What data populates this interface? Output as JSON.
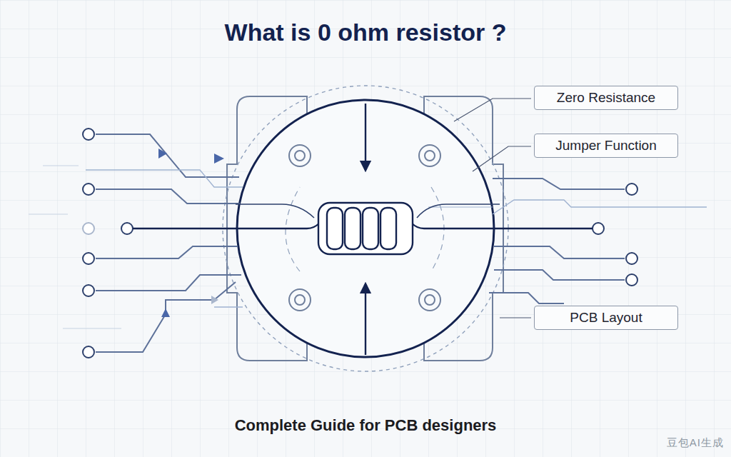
{
  "diagram": {
    "title": "What is 0 ohm resistor ?",
    "caption": "Complete Guide for PCB designers",
    "nodes": [
      {
        "text": [
          "Zero Resistance"
        ]
      },
      {
        "text": [
          "Jumper Function"
        ]
      },
      {
        "text": [
          "PCB Layout"
        ]
      }
    ],
    "labels": [
      "豆包AI生成"
    ]
  }
}
